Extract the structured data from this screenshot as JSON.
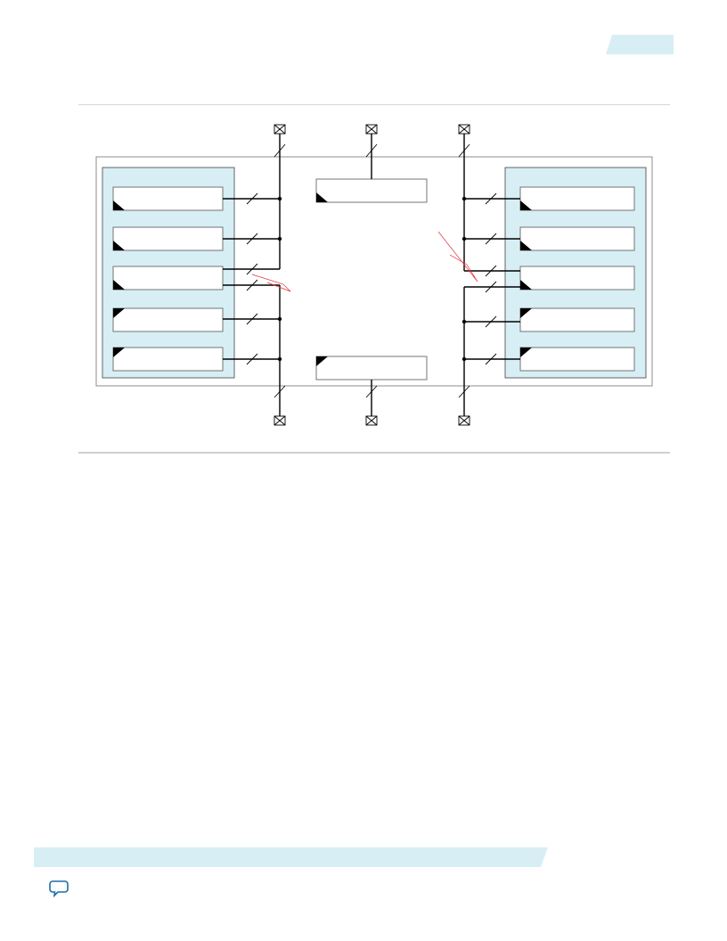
{
  "colors": {
    "accent_light": "#d8eef5",
    "bank_fill": "#d8eef5",
    "line": "#000000",
    "annotation": "#e0303a",
    "border": "#8c8c8c"
  },
  "icons": {
    "pin": "pin-icon",
    "feedback": "feedback-icon"
  },
  "diagram": {
    "left_blocks": [
      {
        "corner": "bottom-left"
      },
      {
        "corner": "bottom-left"
      },
      {
        "corner": "bottom-left"
      },
      {
        "corner": "top-left"
      },
      {
        "corner": "top-left"
      }
    ],
    "right_blocks": [
      {
        "corner": "bottom-left"
      },
      {
        "corner": "bottom-left"
      },
      {
        "corner": "bottom-left"
      },
      {
        "corner": "top-left"
      },
      {
        "corner": "top-left"
      }
    ],
    "center_blocks": [
      {
        "corner": "bottom-left"
      },
      {
        "corner": "top-left"
      }
    ],
    "top_pins": 3,
    "bottom_pins": 3
  }
}
